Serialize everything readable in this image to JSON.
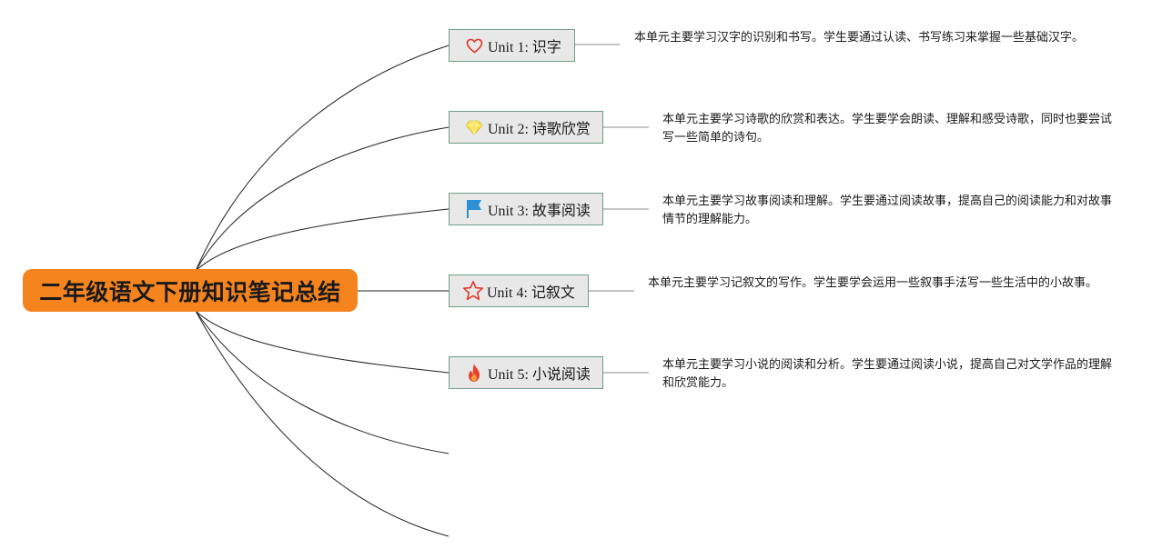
{
  "root": {
    "title": "二年级语文下册知识笔记总结"
  },
  "units": [
    {
      "label": "Unit 1: 识字",
      "icon": "heart-icon",
      "description": "本单元主要学习汉字的识别和书写。学生要通过认读、书写练习来掌握一些基础汉字。"
    },
    {
      "label": "Unit 2: 诗歌欣赏",
      "icon": "diamond-icon",
      "description": "本单元主要学习诗歌的欣赏和表达。学生要学会朗读、理解和感受诗歌，同时也要尝试写一些简单的诗句。"
    },
    {
      "label": "Unit 3: 故事阅读",
      "icon": "flag-icon",
      "description": "本单元主要学习故事阅读和理解。学生要通过阅读故事，提高自己的阅读能力和对故事情节的理解能力。"
    },
    {
      "label": "Unit 4: 记叙文",
      "icon": "star-icon",
      "description": "本单元主要学习记叙文的写作。学生要学会运用一些叙事手法写一些生活中的小故事。"
    },
    {
      "label": "Unit 5: 小说阅读",
      "icon": "fire-icon",
      "description": "本单元主要学习小说的阅读和分析。学生要通过阅读小说，提高自己对文学作品的理解和欣赏能力。"
    }
  ],
  "colors": {
    "root_fill": "#f5841f",
    "unit_fill": "#e8e8e8",
    "unit_border": "#6f9f86",
    "heart": "#e03a2f",
    "diamond": "#f6e04a",
    "flag": "#2d8fd5",
    "star": "#e03a2f",
    "fire": "#e8412c"
  }
}
